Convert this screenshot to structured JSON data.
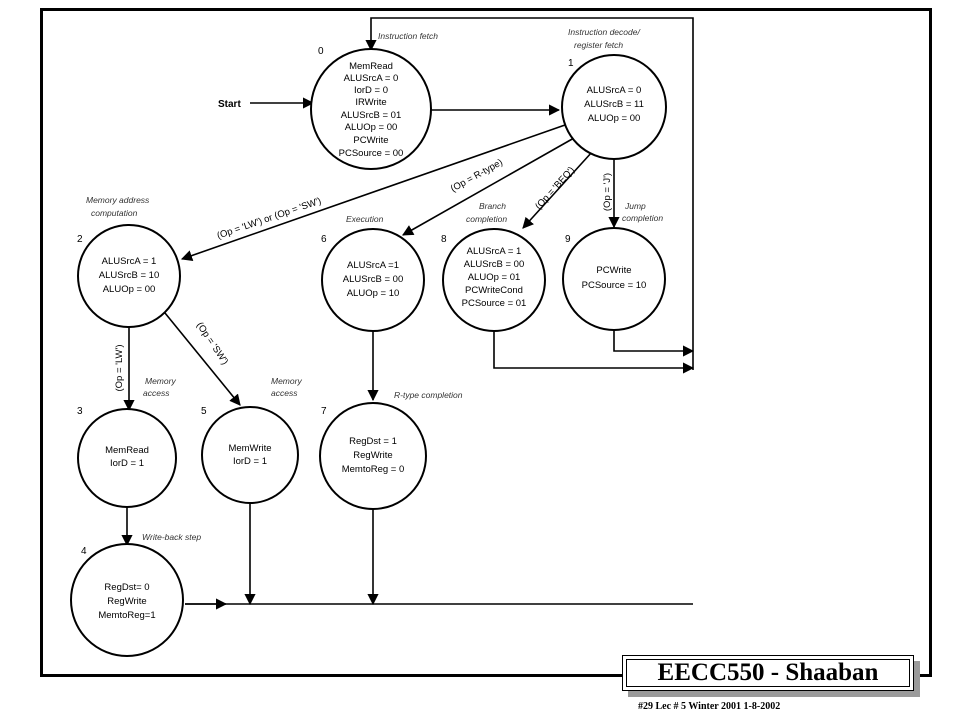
{
  "title": "EECC550 - Shaaban",
  "footer": "#29   Lec # 5   Winter 2001  1-8-2002",
  "start_label": "Start",
  "states": [
    {
      "id": "0",
      "lines": [
        "MemRead",
        "ALUSrcA = 0",
        "IorD = 0",
        "IRWrite",
        "ALUSrcB = 01",
        "ALUOp = 00",
        "PCWrite",
        "PCSource = 00"
      ]
    },
    {
      "id": "1",
      "lines": [
        "ALUSrcA = 0",
        "ALUSrcB = 11",
        "ALUOp = 00"
      ]
    },
    {
      "id": "2",
      "lines": [
        "ALUSrcA = 1",
        "ALUSrcB = 10",
        "ALUOp = 00"
      ]
    },
    {
      "id": "6",
      "lines": [
        "ALUSrcA =1",
        "ALUSrcB = 00",
        "ALUOp = 10"
      ]
    },
    {
      "id": "8",
      "lines": [
        "ALUSrcA = 1",
        "ALUSrcB = 00",
        "ALUOp = 01",
        "PCWriteCond",
        "PCSource = 01"
      ]
    },
    {
      "id": "9",
      "lines": [
        "PCWrite",
        "PCSource = 10"
      ]
    },
    {
      "id": "3",
      "lines": [
        "MemRead",
        "IorD = 1"
      ]
    },
    {
      "id": "5",
      "lines": [
        "MemWrite",
        "IorD = 1"
      ]
    },
    {
      "id": "7",
      "lines": [
        "RegDst = 1",
        "RegWrite",
        "MemtoReg = 0"
      ]
    },
    {
      "id": "4",
      "lines": [
        "RegDst= 0",
        "RegWrite",
        "MemtoReg=1"
      ]
    }
  ],
  "notes": {
    "fetch": "Instruction fetch",
    "decode_1": "Instruction decode/",
    "decode_2": "register fetch",
    "mem_addr_1": "Memory address",
    "mem_addr_2": "computation",
    "execution": "Execution",
    "branch_1": "Branch",
    "branch_2": "completion",
    "jump_1": "Jump",
    "jump_2": "completion",
    "mem_access_1a": "Memory",
    "mem_access_1b": "access",
    "mem_access_2a": "Memory",
    "mem_access_2b": "access",
    "rtype_completion": "R-type completion",
    "write_back": "Write-back step"
  },
  "conditions": {
    "lw_or_sw": "(Op = 'LW') or (Op = 'SW')",
    "rtype": "(Op = R-type)",
    "beq": "(Op = 'BEQ')",
    "jump": "(Op = 'J')",
    "lw": "(Op = 'LW')",
    "sw": "(Op = 'SW')"
  }
}
